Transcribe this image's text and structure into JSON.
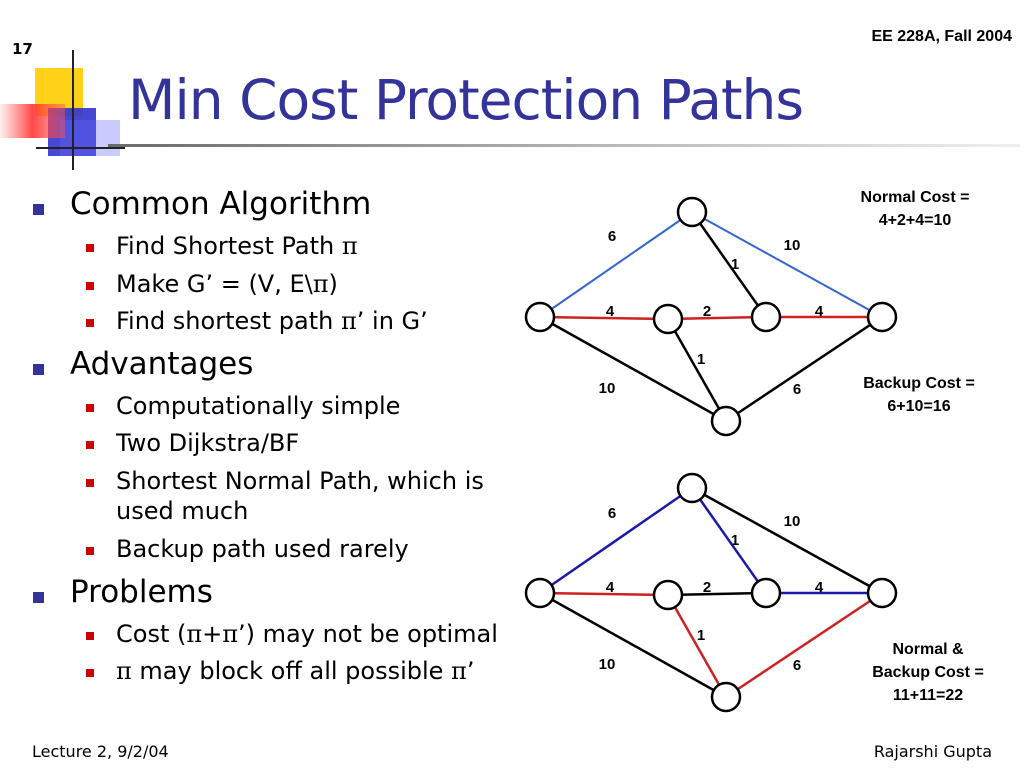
{
  "header": {
    "slide_number": "17",
    "course": "EE 228A, Fall 2004",
    "title": "Min Cost Protection Paths"
  },
  "bullets": {
    "common": {
      "heading": "Common Algorithm",
      "items": [
        {
          "pre": "Find Shortest Path ",
          "pi": "π",
          "post": ""
        },
        {
          "pre": "Make G’ = (V, E\\",
          "pi": "π",
          "post": ")"
        },
        {
          "pre": "Find shortest path ",
          "pi": "π",
          "post": "’ in G’"
        }
      ]
    },
    "advantages": {
      "heading": "Advantages",
      "items": [
        "Computationally simple",
        "Two Dijkstra/BF",
        "Shortest Normal Path, which is",
        "used much",
        "Backup path used rarely"
      ]
    },
    "problems": {
      "heading": "Problems",
      "items": [
        {
          "pre": "Cost (",
          "pi": "π",
          "mid": "+",
          "pi2": "π",
          "post": "’) may not be optimal"
        },
        {
          "pre": "",
          "pi": "π",
          "post": " may block off all possible ",
          "pi2": "π",
          "post2": "’"
        }
      ]
    }
  },
  "diagram_top": {
    "edge_labels": [
      "6",
      "10",
      "1",
      "4",
      "2",
      "4",
      "1",
      "10",
      "6"
    ],
    "note_lines": [
      "Normal Cost =",
      "4+2+4=10"
    ],
    "backup_lines": [
      "Backup Cost =",
      "6+10=16"
    ]
  },
  "diagram_bottom": {
    "edge_labels": [
      "6",
      "10",
      "1",
      "4",
      "2",
      "4",
      "1",
      "10",
      "6"
    ],
    "note_lines": [
      "Normal &",
      "Backup Cost =",
      "11+11=22"
    ]
  },
  "colors": {
    "title": "#333399",
    "blue_path": "#3366cc",
    "dark_blue_path": "#1a1aa8",
    "red_path": "#cc2222"
  },
  "footer": {
    "left": "Lecture 2, 9/2/04",
    "right": "Rajarshi Gupta"
  }
}
